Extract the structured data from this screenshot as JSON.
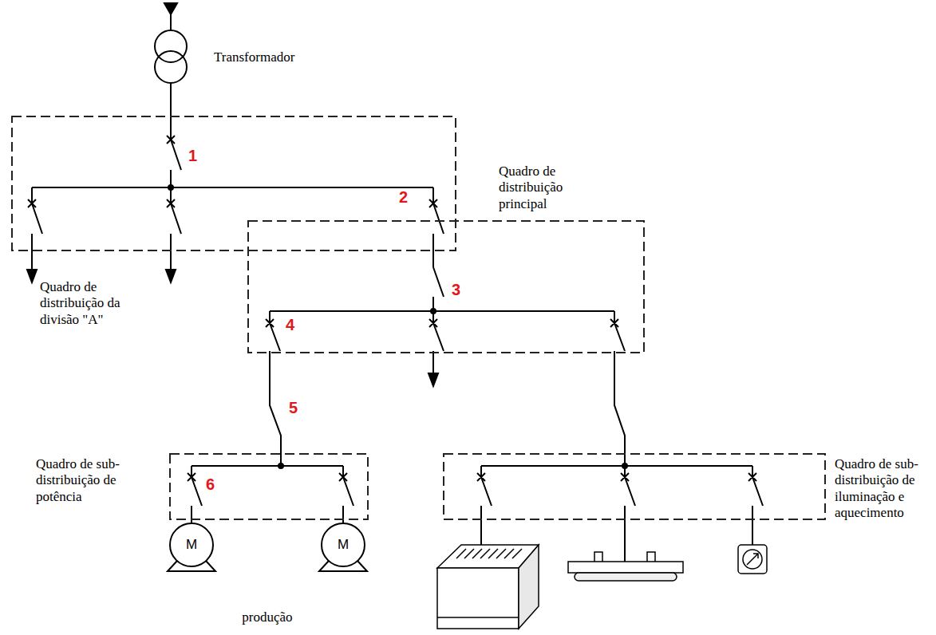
{
  "diagram": {
    "nodes": [
      {
        "text": [
          "Quadro de distribuição principal"
        ]
      },
      {
        "text": [
          "Quadro de distribuição da divisão \"A\""
        ]
      },
      {
        "text": [
          "Quadro de sub-distribuição de potência"
        ]
      },
      {
        "text": [
          "Quadro de sub-distribuição de iluminação e aquecimento"
        ]
      }
    ],
    "edges": [
      {
        "from": 0,
        "to": 1,
        "arrow": "none"
      },
      {
        "from": 1,
        "to": 2,
        "arrow": "none"
      },
      {
        "from": 1,
        "to": 3,
        "arrow": "none"
      }
    ],
    "labels": [
      "Transformador",
      "1",
      "2",
      "3",
      "4",
      "5",
      "6",
      "M",
      "M",
      "produção"
    ]
  }
}
